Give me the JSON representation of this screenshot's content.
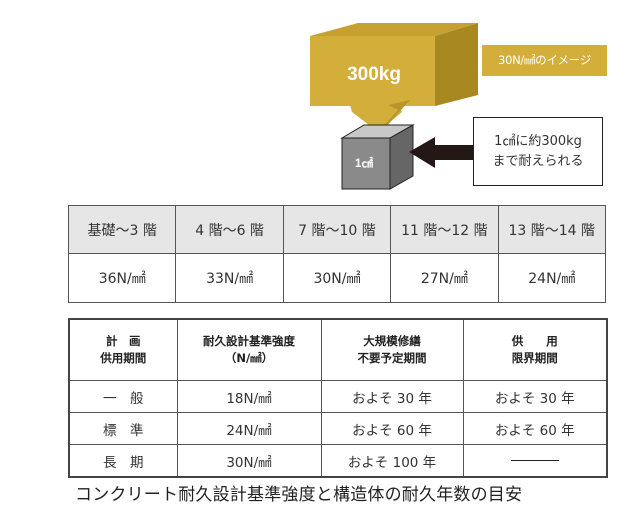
{
  "illustration": {
    "weight_label": "300kg",
    "cube_label": "1㎠",
    "note_tag": "30N/㎟のイメージ",
    "note_lines": [
      "1㎠に約300kg",
      "まで耐えられる"
    ],
    "colors": {
      "box_front": "#d4ae3a",
      "box_top": "#c6a030",
      "box_side": "#a8891f",
      "cube_front": "#8a8a8a",
      "cube_top": "#c8c8c8",
      "cube_side": "#666666",
      "arrow": "#231815"
    }
  },
  "floor_table": {
    "headers": [
      "基礎〜3 階",
      "4 階〜6 階",
      "7 階〜10 階",
      "11 階〜12 階",
      "13 階〜14 階"
    ],
    "values": [
      "36N/㎟",
      "33N/㎟",
      "30N/㎟",
      "27N/㎟",
      "24N/㎟"
    ]
  },
  "life_table": {
    "headers": [
      [
        "計　画",
        "供用期間"
      ],
      [
        "耐久設計基準強度",
        "（N/㎟）"
      ],
      [
        "大規模修繕",
        "不要予定期間"
      ],
      [
        "供　　用",
        "限界期間"
      ]
    ],
    "rows": [
      {
        "period": "一　般",
        "strength": "18N/㎟",
        "no_repair": "およそ 30 年",
        "limit": "およそ 30 年"
      },
      {
        "period": "標　準",
        "strength": "24N/㎟",
        "no_repair": "およそ 60 年",
        "limit": "およそ 60 年"
      },
      {
        "period": "長　期",
        "strength": "30N/㎟",
        "no_repair": "およそ 100 年",
        "limit": ""
      }
    ]
  },
  "caption": "コンクリート耐久設計基準強度と構造体の耐久年数の目安"
}
